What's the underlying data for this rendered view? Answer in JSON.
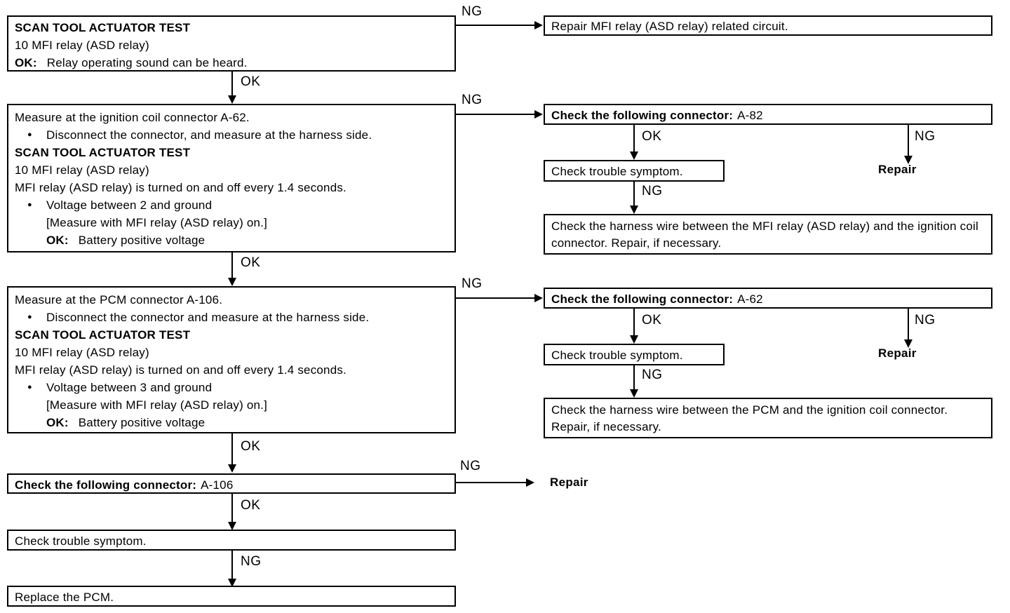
{
  "glyphs": {
    "bullet": "●"
  },
  "edge_labels": {
    "ok": "OK",
    "ng": "NG"
  },
  "nodes": {
    "step1": {
      "title": "SCAN TOOL ACTUATOR TEST",
      "relay": "10 MFI relay (ASD relay)",
      "ok_label": "OK:",
      "ok_value": "Relay operating sound can be heard."
    },
    "repair_mfi_circuit": {
      "text": "Repair MFI relay (ASD relay) related circuit."
    },
    "step2": {
      "measure": "Measure at the ignition coil connector A-62.",
      "bullet1": "Disconnect the connector, and measure at the harness side.",
      "title": "SCAN TOOL ACTUATOR TEST",
      "relay": "10 MFI relay (ASD relay)",
      "toggle": "MFI relay (ASD relay) is turned on and off every 1.4 seconds.",
      "bullet2": "Voltage between 2 and ground",
      "measure_note": "[Measure with MFI relay (ASD relay) on.]",
      "ok_label": "OK:",
      "ok_value": "Battery positive voltage"
    },
    "connector_a82": {
      "label": "Check the following connector:",
      "id": "A-82"
    },
    "check_symptom_a82": {
      "text": "Check trouble symptom."
    },
    "repair_a82": {
      "text": "Repair"
    },
    "harness_mfi_ignition": {
      "text": "Check the harness wire between the MFI relay (ASD relay) and the ignition coil connector. Repair, if necessary."
    },
    "step3": {
      "measure": "Measure at the PCM connector A-106.",
      "bullet1": "Disconnect the connector and measure at the harness side.",
      "title": "SCAN TOOL ACTUATOR TEST",
      "relay": "10 MFI relay (ASD relay)",
      "toggle": "MFI relay (ASD relay) is turned on and off every 1.4 seconds.",
      "bullet2": "Voltage between 3 and ground",
      "measure_note": "[Measure with MFI relay (ASD relay) on.]",
      "ok_label": "OK:",
      "ok_value": "Battery positive voltage"
    },
    "connector_a62": {
      "label": "Check the following connector:",
      "id": "A-62"
    },
    "check_symptom_a62": {
      "text": "Check trouble symptom."
    },
    "repair_a62": {
      "text": "Repair"
    },
    "harness_pcm_ignition": {
      "text": "Check the harness wire between the PCM and the ignition coil connector. Repair, if necessary."
    },
    "connector_a106": {
      "label": "Check the following connector:",
      "id": "A-106"
    },
    "repair_a106": {
      "text": "Repair"
    },
    "check_symptom_final": {
      "text": "Check trouble symptom."
    },
    "replace_pcm": {
      "text": "Replace the PCM."
    }
  }
}
